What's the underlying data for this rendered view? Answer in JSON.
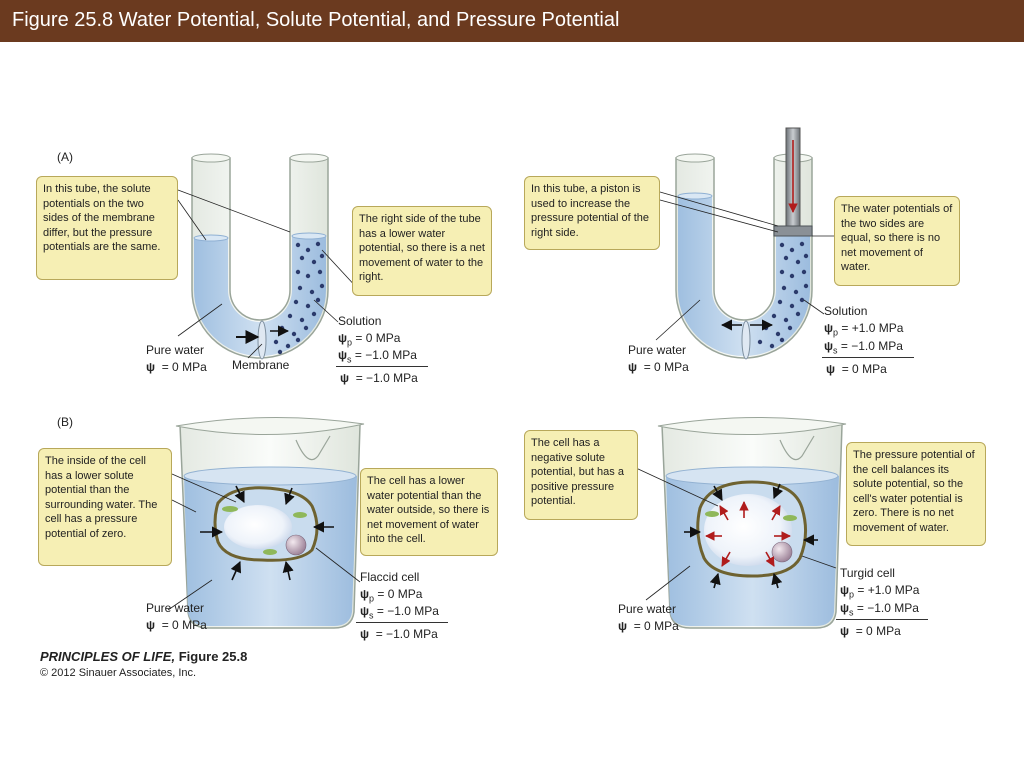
{
  "title": "Figure 25.8  Water Potential, Solute Potential, and Pressure Potential",
  "panel_a": "(A)",
  "panel_b": "(B)",
  "callouts": {
    "a_left": "In this tube, the solute potentials on the two sides of the membrane differ, but the pressure potentials are the same.",
    "a_mid": "The right side of the tube has a lower water potential, so there is a net movement of water to the right.",
    "a_piston": "In this tube, a piston is used to increase the pressure potential of the right side.",
    "a_right": "The water potentials of the two sides are equal, so there is no net movement of water.",
    "b_left": "The inside of the cell has a lower solute potential than the surrounding water. The cell has a pressure potential of zero.",
    "b_mid": "The cell has a lower water potential than the water outside, so there is net movement of water into the cell.",
    "b_turgid": "The cell has a negative solute potential, but has a positive pressure potential.",
    "b_right": "The pressure potential of the cell balances its solute potential, so the cell's water potential is zero. There is no net movement of water."
  },
  "labels": {
    "pure_water": "Pure water",
    "membrane": "Membrane",
    "solution": "Solution",
    "flaccid_cell": "Flaccid cell",
    "turgid_cell": "Turgid cell",
    "psi": "ψ",
    "zero": "= 0 MPa"
  },
  "values": {
    "a1": {
      "p": "= 0 MPa",
      "s": "= −1.0 MPa",
      "total": "= −1.0 MPa"
    },
    "a2": {
      "p": "= +1.0 MPa",
      "s": "= −1.0 MPa",
      "total": "= 0 MPa"
    },
    "b1": {
      "p": "= 0 MPa",
      "s": "= −1.0 MPa",
      "total": "= −1.0 MPa"
    },
    "b2": {
      "p": "= +1.0 MPa",
      "s": "= −1.0 MPa",
      "total": "= 0 MPa"
    }
  },
  "subscripts": {
    "p": "p",
    "s": "s"
  },
  "credit": {
    "book": "PRINCIPLES OF LIFE,",
    "figure": "Figure 25.8",
    "copyright": "© 2012 Sinauer Associates, Inc."
  },
  "colors": {
    "title_bar": "#6b3a1f",
    "callout": "#f6efb4",
    "water": "#b8cfe6",
    "cell_wall": "#6e6230",
    "red_arrow": "#b01c1c"
  }
}
